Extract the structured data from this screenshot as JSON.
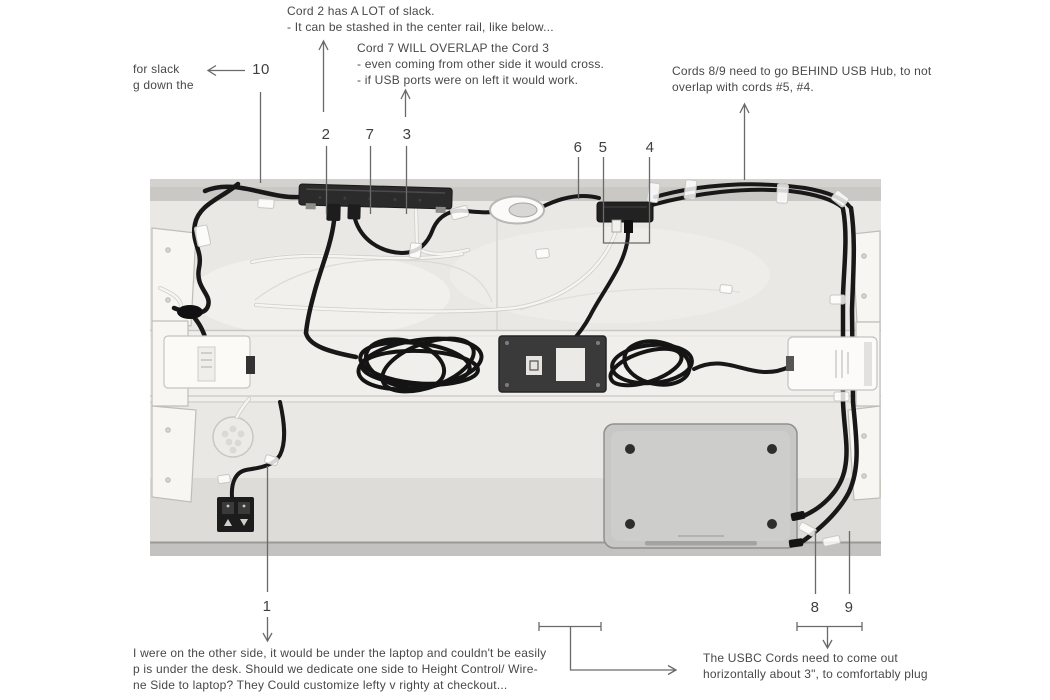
{
  "annotations": {
    "slack": {
      "lines": [
        "for slack",
        "g down the"
      ]
    },
    "cord2": {
      "lines": [
        "Cord 2 has A LOT of slack.",
        "- It can be stashed in the center rail, like below..."
      ]
    },
    "cord7": {
      "lines": [
        "Cord 7 WILL OVERLAP the Cord 3",
        "- even coming from other side it would cross.",
        "- if USB ports were on left it would work."
      ]
    },
    "cords89": {
      "lines": [
        "Cords 8/9 need to go BEHIND USB Hub, to not",
        "overlap with cords #5, #4."
      ]
    },
    "usbc": {
      "lines": [
        "The USBC Cords need to come out",
        "horizontally about 3\", to comfortably plug"
      ]
    },
    "bottom": {
      "lines": [
        "I were on the other side, it would be under the laptop and couldn't be easily",
        "p is under the desk. Should we dedicate one side to Height Control/ Wire-",
        "ne Side to laptop? They Could customize lefty v righty at checkout..."
      ]
    }
  },
  "callouts": {
    "c1": "1",
    "c2": "2",
    "c3": "3",
    "c4": "4",
    "c5": "5",
    "c6": "6",
    "c7": "7",
    "c8": "8",
    "c9": "9",
    "c10": "10"
  },
  "colors": {
    "annotation_text": "#484848",
    "leader_line": "#6a6a6a",
    "cable_black": "#181818",
    "desk_surface": "#e9e8e4"
  }
}
